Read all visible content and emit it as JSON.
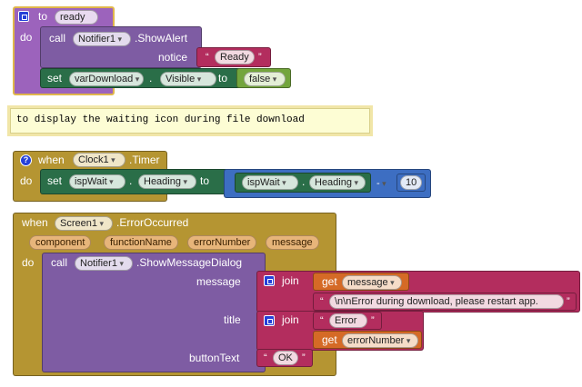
{
  "colors": {
    "procedure": "#9c63bc",
    "procedure_border": "#e0b64b",
    "component": "#7e5ca3",
    "text": "#b32d5e",
    "setter": "#2a6e48",
    "logic": "#73a53c",
    "math": "#3d6ec2",
    "variable": "#d56a26",
    "event": "#b59532",
    "comment": "#fdfdd4"
  },
  "block1": {
    "to": "to",
    "name": "ready",
    "do": "do",
    "call": "call",
    "component": "Notifier1",
    "method": ".ShowAlert",
    "notice_label": "notice",
    "notice_value": "Ready",
    "set": "set",
    "set_component": "varDownload",
    "set_dot": ".",
    "set_property": "Visible",
    "to_label": "to",
    "bool_value": "false"
  },
  "comment": {
    "text": "to display the waiting icon during file download"
  },
  "block2": {
    "when": "when",
    "component": "Clock1",
    "event": ".Timer",
    "do": "do",
    "set": "set",
    "set_component": "ispWait",
    "set_dot": ".",
    "set_property": "Heading",
    "to_label": "to",
    "get_component": "ispWait",
    "get_dot": ".",
    "get_property": "Heading",
    "operator": "-",
    "number": "10"
  },
  "block3": {
    "when": "when",
    "component": "Screen1",
    "event": ".ErrorOccurred",
    "params": [
      "component",
      "functionName",
      "errorNumber",
      "message"
    ],
    "do": "do",
    "call": "call",
    "call_component": "Notifier1",
    "method": ".ShowMessageDialog",
    "message_label": "message",
    "join1": "join",
    "get1": "get",
    "get1_var": "message",
    "error_text": "\\n\\nError during download, please restart app.",
    "title_label": "title",
    "join2": "join",
    "title_text": "Error",
    "get2": "get",
    "get2_var": "errorNumber",
    "button_label": "buttonText",
    "button_value": "OK"
  }
}
